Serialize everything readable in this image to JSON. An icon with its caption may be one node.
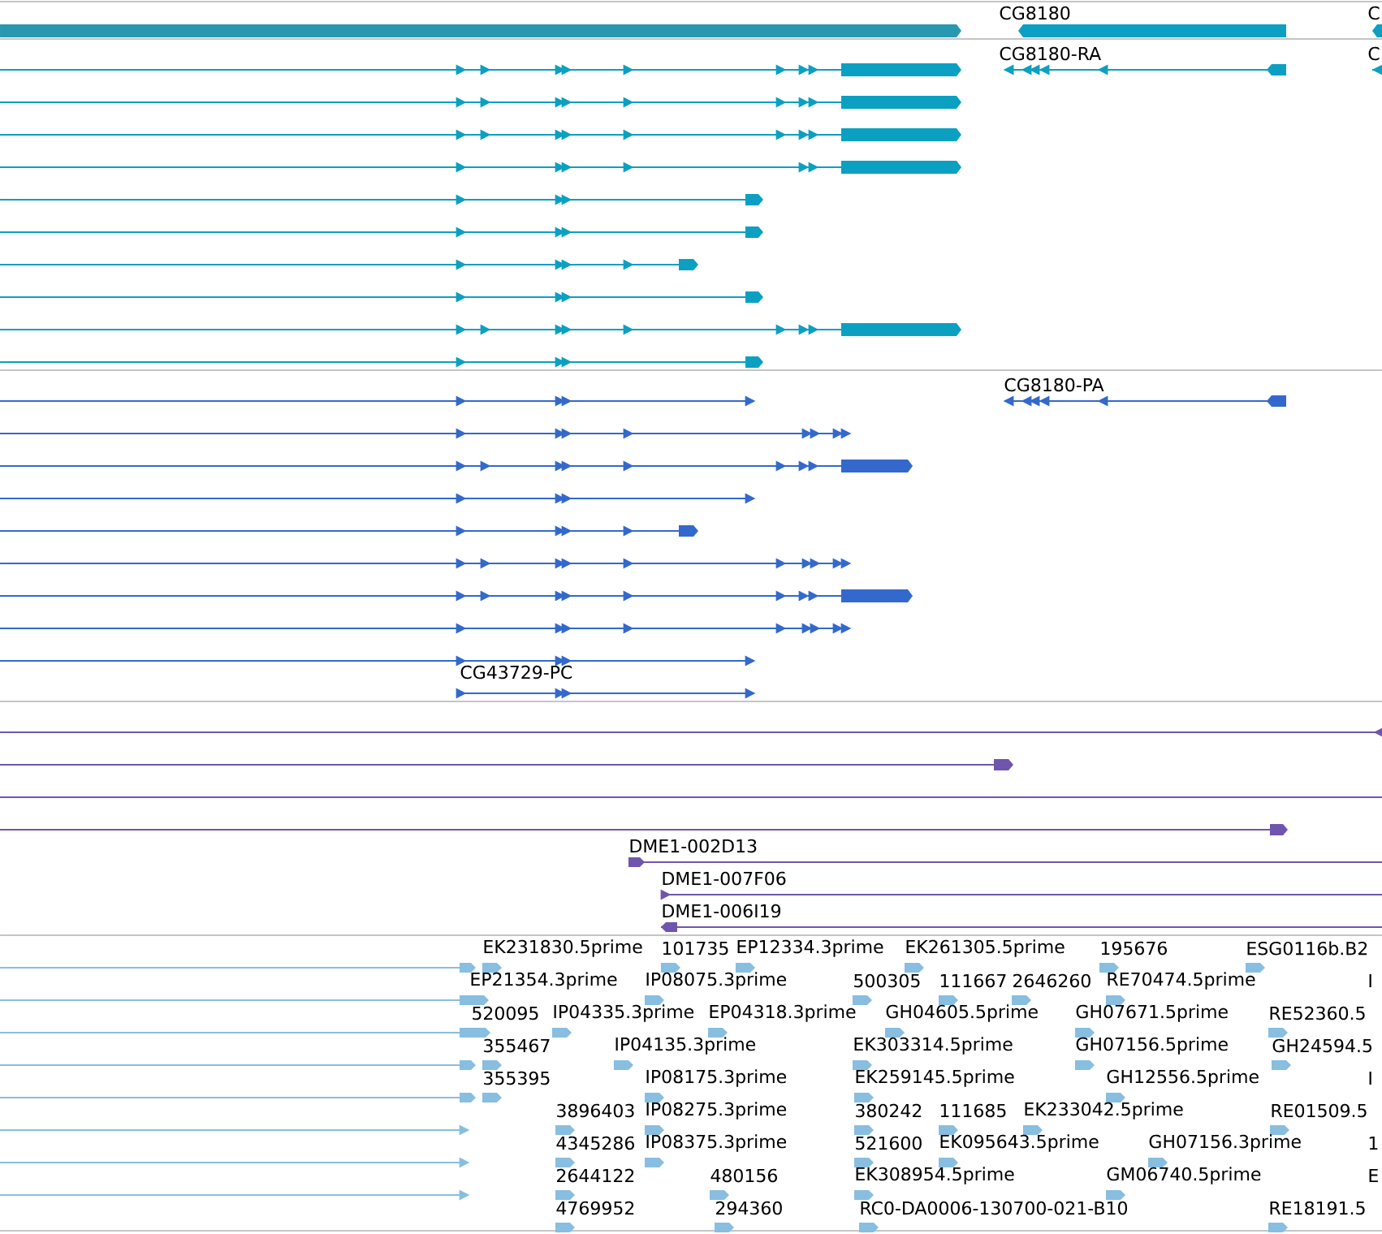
{
  "diagram": {
    "labels": [
      "CG8180",
      "C",
      "CG8180-RA",
      "C",
      "CG8180-PA",
      "CG43729-PC",
      "DME1-002D13",
      "DME1-007F06",
      "DME1-006I19",
      "EK231830.5prime",
      "101735",
      "EP12334.3prime",
      "EK261305.5prime",
      "195676",
      "ESG0116b.B2",
      "EP21354.3prime",
      "IP08075.3prime",
      "500305",
      "111667",
      "2646260",
      "RE70474.5prime",
      "I",
      "520095",
      "IP04335.3prime",
      "EP04318.3prime",
      "GH04605.5prime",
      "GH07671.5prime",
      "RE52360.5",
      "355467",
      "IP04135.3prime",
      "EK303314.5prime",
      "GH07156.5prime",
      "GH24594.5",
      "355395",
      "IP08175.3prime",
      "EK259145.5prime",
      "GH12556.5prime",
      "I",
      "3896403",
      "IP08275.3prime",
      "380242",
      "111685",
      "EK233042.5prime",
      "RE01509.5",
      "4345286",
      "IP08375.3prime",
      "521600",
      "EK095643.5prime",
      "GH07156.3prime",
      "1",
      "2644122",
      "480156",
      "EK308954.5prime",
      "GM06740.5prime",
      "E",
      "4769952",
      "294360",
      "RC0-DA0006-130700-021-B10",
      "RE18191.5"
    ]
  }
}
